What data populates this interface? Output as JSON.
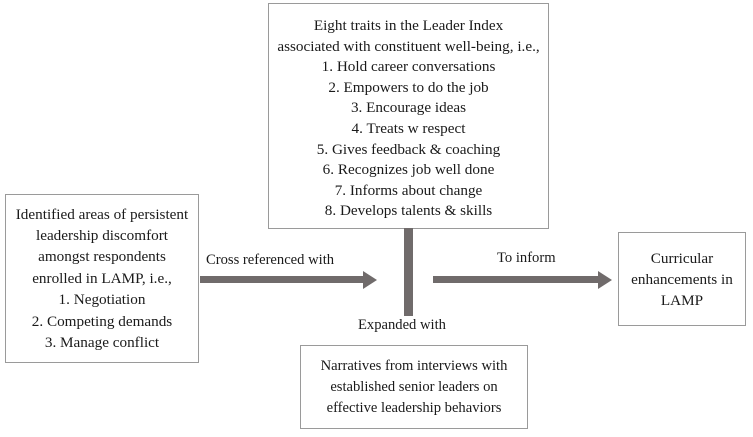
{
  "diagram": {
    "boxes": {
      "traits": {
        "lines": [
          "Eight traits in the Leader Index",
          "associated with constituent well-being, i.e.,",
          "1. Hold career conversations",
          "2. Empowers to do the job",
          "3. Encourage ideas",
          "4. Treats w respect",
          "5. Gives feedback & coaching",
          "6. Recognizes job well done",
          "7. Informs about change",
          "8. Develops talents & skills"
        ]
      },
      "discomfort": {
        "lines": [
          "Identified areas of persistent",
          "leadership discomfort",
          "amongst respondents",
          "enrolled in LAMP, i.e.,",
          "1. Negotiation",
          "2. Competing demands",
          "3. Manage conflict"
        ]
      },
      "narratives": {
        "lines": [
          "Narratives from interviews with",
          "established senior leaders on",
          "effective leadership behaviors"
        ]
      },
      "curricular": {
        "lines": [
          "Curricular",
          "enhancements in",
          "LAMP"
        ]
      }
    },
    "labels": {
      "cross_referenced": "Cross referenced with",
      "to_inform": "To inform",
      "expanded_with": "Expanded with"
    },
    "colors": {
      "arrow": "#706b6b",
      "box_border": "#9a9a9a",
      "text": "#1a1a1a",
      "background": "#ffffff"
    }
  }
}
